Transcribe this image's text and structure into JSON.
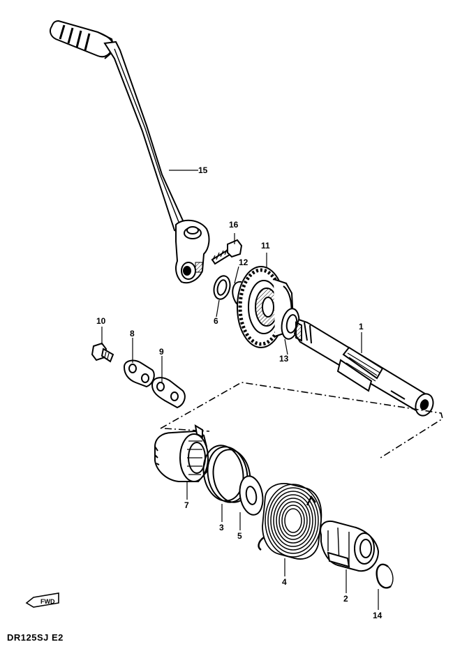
{
  "diagram": {
    "model_code": "DR125SJ E2",
    "fwd_label": "FWD",
    "parts": [
      {
        "id": "p1",
        "label": "1"
      },
      {
        "id": "p2",
        "label": "2"
      },
      {
        "id": "p3",
        "label": "3"
      },
      {
        "id": "p4",
        "label": "4"
      },
      {
        "id": "p5",
        "label": "5"
      },
      {
        "id": "p6",
        "label": "6"
      },
      {
        "id": "p7",
        "label": "7"
      },
      {
        "id": "p8",
        "label": "8"
      },
      {
        "id": "p9",
        "label": "9"
      },
      {
        "id": "p10",
        "label": "10"
      },
      {
        "id": "p11",
        "label": "11"
      },
      {
        "id": "p12",
        "label": "12"
      },
      {
        "id": "p13",
        "label": "13"
      },
      {
        "id": "p14",
        "label": "14"
      },
      {
        "id": "p15",
        "label": "15"
      },
      {
        "id": "p16",
        "label": "16"
      }
    ]
  }
}
